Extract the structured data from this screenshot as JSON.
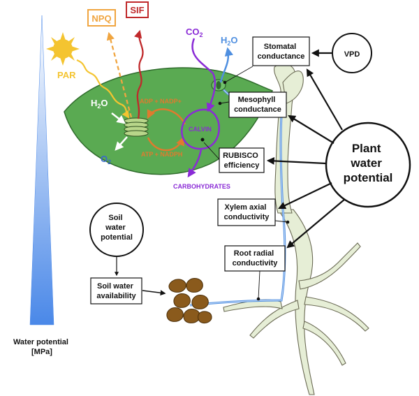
{
  "labels": {
    "npq": "NPQ",
    "sif": "SIF",
    "par": "PAR",
    "h2o_leaf": "H",
    "o2": "O",
    "co2": "CO",
    "h2o_top": "H",
    "h2o_top_o": "O",
    "adp": "ADP + NADP+",
    "atp": "ATP + NADPH",
    "calvin": "CALVIN",
    "carbohydrates": "CARBOHYDRATES",
    "vpd": "VPD",
    "stomatal": [
      "Stomatal",
      "conductance"
    ],
    "mesophyll": [
      "Mesophyll",
      "conductance"
    ],
    "rubisco": [
      "RUBISCO",
      "efficiency"
    ],
    "xylem": [
      "Xylem axial",
      "conductivity"
    ],
    "root_radial": [
      "Root radial",
      "conductivity"
    ],
    "plant_water_potential": [
      "Plant",
      "water",
      "potential"
    ],
    "soil_water_potential": [
      "Soil",
      "water",
      "potential"
    ],
    "soil_water_availability": [
      "Soil water",
      "availability"
    ],
    "water_potential_axis": [
      "Water potential",
      "[MPa]"
    ],
    "subscript_2": "2"
  },
  "colors": {
    "leaf": "#5aaa52",
    "leaf_edge": "#2f6b2c",
    "stem": "#e6eed6",
    "stem_edge": "#6b6b55",
    "water_blue": "#4f8fe0",
    "npq_orange": "#f0a540",
    "sif_red": "#c0292b",
    "par_yellow": "#f4c430",
    "calvin_purple": "#8a2bd6",
    "atp_orange": "#e07a2e",
    "soil_brown": "#8a5a1c",
    "gradient_top": "#ffffff",
    "gradient_bottom": "#4a88e8"
  }
}
